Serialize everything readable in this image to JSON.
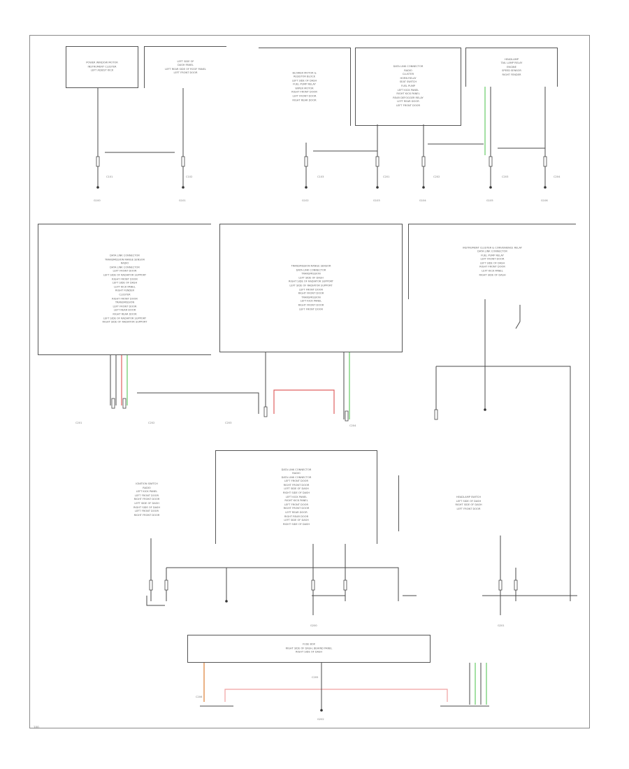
{
  "diagram": {
    "title": "",
    "figure_number": "100",
    "top_boxes": [
      {
        "id": "tb1",
        "text": "POWER WINDOW MOTOR\nINSTRUMENT CLUSTER\nLEFT ADJUST KICK"
      },
      {
        "id": "tb2",
        "text": "LEFT SIDE OF\nDASH PANEL\nLEFT REAR SIDE OF ROOF PANEL\nLEFT FRONT DOOR"
      },
      {
        "id": "tb3",
        "text": "BLOWER MOTOR &\nRESISTOR BLOCK\nLEFT SIDE OF DASH\nFUEL PUMP RELAY\nWIPER MOTOR\nRIGHT FRONT DOOR\nLEFT FRONT DOOR\nRIGHT REAR DOOR"
      },
      {
        "id": "tb4",
        "text": "DATA LINK CONNECTOR\nRADIO\nCLUSTER\nHORN RELAY\nSEAT SWITCH\nFUEL PUMP\nLEFT KICK PANEL\nRIGHT KICK PANEL\nREAR DEFOGGER RELAY\nLEFT REAR DOOR\nLEFT FRONT DOOR"
      },
      {
        "id": "tb5",
        "text": "HEADLAMP\nTAIL LAMP RELAY\nENGINE\nSPEED SENSOR\nRIGHT FENDER"
      }
    ],
    "mid_boxes": [
      {
        "id": "mb1",
        "text": "DATA LINK CONNECTOR\nTRANSMISSION RANGE SENSOR\nRADIO\nDATA LINK CONNECTOR\nLEFT FRONT DOOR\nLEFT SIDE OF RADIATOR SUPPORT\nRIGHT FRONT DOOR\nLEFT SIDE OF DASH\nLEFT KICK PANEL\nRIGHT FENDER\nCLUSTER\nRIGHT FRONT DOOR\nTRANSMISSION\nLEFT FRONT DOOR\nLEFT REAR DOOR\nRIGHT REAR DOOR\nLEFT SIDE OF RADIATOR SUPPORT\nRIGHT SIDE OF RADIATOR SUPPORT"
      },
      {
        "id": "mb2",
        "text": "TRANSMISSION RANGE SENSOR\nDATA LINK CONNECTOR\nTRANSMISSION\nLEFT SIDE OF DASH\nRIGHT SIDE OF RADIATOR SUPPORT\nLEFT SIDE OF RADIATOR SUPPORT\nLEFT FRONT DOOR\nRIGHT FRONT DOOR\nTRANSMISSION\nLEFT KICK PANEL\nRIGHT FRONT DOOR\nLEFT FRONT DOOR"
      },
      {
        "id": "mb3",
        "text": "INSTRUMENT CLUSTER & CONVENIENCE RELAY\nDATA LINK CONNECTOR\nFUEL PUMP RELAY\nLEFT FRONT DOOR\nLEFT SIDE OF DASH\nRIGHT FRONT DOOR\nLEFT KICK PANEL\nRIGHT SIDE OF DASH"
      }
    ],
    "lower_boxes": [
      {
        "id": "lb1",
        "text": "IGNITION SWITCH\nRADIO\nLEFT KICK PANEL\nLEFT FRONT DOOR\nRIGHT FRONT DOOR\nLEFT SIDE OF DASH\nRIGHT SIDE OF DASH\nLEFT FRONT DOOR\nRIGHT FRONT DOOR"
      },
      {
        "id": "lb2",
        "text": "DATA LINK CONNECTOR\nRADIO\nDATA LINK CONNECTOR\nLEFT FRONT DOOR\nRIGHT FRONT DOOR\nLEFT SIDE OF DASH\nRIGHT SIDE OF DASH\nLEFT KICK PANEL\nRIGHT KICK PANEL\nLEFT FRONT DOOR\nRIGHT FRONT DOOR\nLEFT REAR DOOR\nRIGHT REAR DOOR\nLEFT SIDE OF DASH\nRIGHT SIDE OF DASH"
      },
      {
        "id": "lb3",
        "text": "HEADLAMP SWITCH\nLEFT SIDE OF DASH\nRIGHT SIDE OF DASH\nLEFT FRONT DOOR"
      }
    ],
    "bottom_box": {
      "text": "FUSE BOX\nRIGHT SIDE OF DASH, BEHIND PANEL\nRIGHT SIDE OF DASH"
    },
    "ground_labels": [
      "G100",
      "G101",
      "G102",
      "G103",
      "G104",
      "G105",
      "G106",
      "G200",
      "G201",
      "G202"
    ],
    "connector_labels": [
      "C101",
      "C102",
      "C103",
      "C201",
      "C202",
      "C203",
      "C204",
      "C205",
      "C206"
    ],
    "wire_colors": {
      "default": "#4a4a4a",
      "red": "#e06060",
      "green": "#66cc66",
      "orange": "#e09050",
      "pink": "#f0a0a0"
    }
  }
}
